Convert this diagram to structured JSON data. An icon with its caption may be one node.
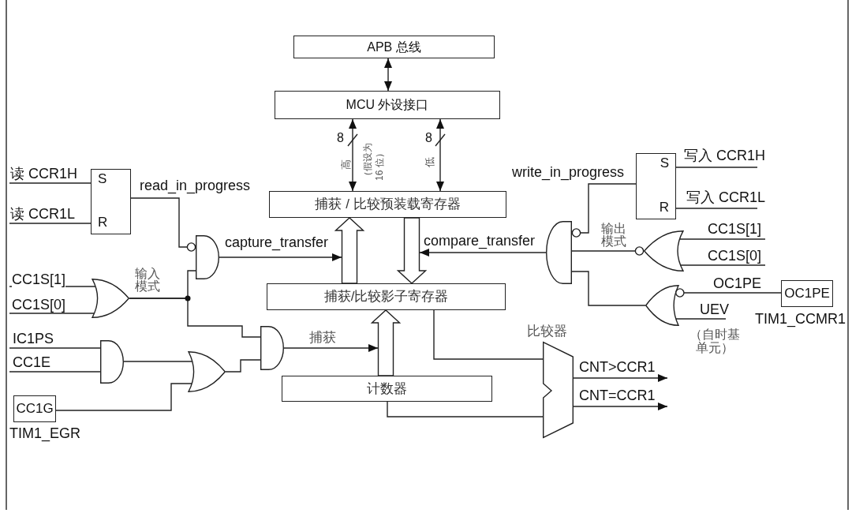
{
  "diagram": {
    "nodes": [
      {
        "text": [
          "APB 总线"
        ]
      },
      {
        "text": [
          "MCU 外设接口"
        ]
      },
      {
        "text": [
          "S",
          "R"
        ]
      },
      {
        "text": [
          "S",
          "R"
        ]
      },
      {
        "text": [
          "捕获 / 比较预装载寄存器"
        ]
      },
      {
        "text": [],
        "shape": "and-gate"
      },
      {
        "text": [],
        "shape": "and-gate"
      },
      {
        "text": [],
        "shape": "nor-gate"
      },
      {
        "text": [],
        "shape": "or-gate"
      },
      {
        "text": [
          "捕获/比较影子寄存器"
        ]
      },
      {
        "text": [],
        "shape": "or-gate"
      },
      {
        "text": [
          "OC1PE"
        ],
        "beside": [
          "TIM1_CCMR1"
        ]
      },
      {
        "text": [],
        "shape": "and-gate"
      },
      {
        "text": [],
        "shape": "and-gate"
      },
      {
        "text": [],
        "shape": "or-gate"
      },
      {
        "text": [],
        "shape": "trapezoid",
        "beside": [
          "比较器"
        ]
      },
      {
        "text": [
          "计数器"
        ]
      },
      {
        "text": [
          "CC1G"
        ],
        "beside": [
          "TIM1_EGR"
        ]
      }
    ],
    "edges": [
      {
        "from": 0,
        "to": 1,
        "arrow": "both"
      },
      {
        "from": 1,
        "to": 4,
        "arrow": "both",
        "label": "8"
      },
      {
        "from": 1,
        "to": 4,
        "arrow": "both",
        "label": "8"
      },
      {
        "from": null,
        "to": 2,
        "arrow": "none",
        "label": "读 CCR1H"
      },
      {
        "from": null,
        "to": 2,
        "arrow": "none",
        "label": "读 CCR1L"
      },
      {
        "from": 2,
        "to": 5,
        "arrow": "none",
        "label": "read_in_progress"
      },
      {
        "from": 5,
        "to": null,
        "arrow": "to",
        "label": "capture_transfer"
      },
      {
        "from": 9,
        "to": 4,
        "arrow": "to",
        "style": "thick"
      },
      {
        "from": 4,
        "to": 9,
        "arrow": "to",
        "style": "thick"
      },
      {
        "from": 6,
        "to": null,
        "arrow": "to",
        "label": "compare_transfer"
      },
      {
        "from": null,
        "to": 3,
        "arrow": "none",
        "label": "写入 CCR1H"
      },
      {
        "from": null,
        "to": 3,
        "arrow": "none",
        "label": "写入 CCR1L"
      },
      {
        "from": 3,
        "to": 6,
        "arrow": "none",
        "label": "write_in_progress"
      },
      {
        "from": null,
        "to": 7,
        "arrow": "none",
        "label": "CC1S[1]"
      },
      {
        "from": null,
        "to": 7,
        "arrow": "none",
        "label": "CC1S[0]"
      },
      {
        "from": 7,
        "to": 6,
        "arrow": "none",
        "label": "输出模式"
      },
      {
        "from": null,
        "to": 8,
        "arrow": "none",
        "label": "CC1S[1]"
      },
      {
        "from": null,
        "to": 8,
        "arrow": "none",
        "label": "CC1S[0]"
      },
      {
        "from": 8,
        "to": 5,
        "arrow": "none",
        "label": "输入模式"
      },
      {
        "from": 8,
        "to": 13,
        "arrow": "none"
      },
      {
        "from": 11,
        "to": 10,
        "arrow": "none",
        "label": "OC1PE"
      },
      {
        "from": null,
        "to": 10,
        "arrow": "none",
        "label": "UEV"
      },
      {
        "from": 10,
        "to": 6,
        "arrow": "none"
      },
      {
        "from": null,
        "to": 12,
        "arrow": "none",
        "label": "IC1PS"
      },
      {
        "from": null,
        "to": 12,
        "arrow": "none",
        "label": "CC1E"
      },
      {
        "from": 12,
        "to": 14,
        "arrow": "none"
      },
      {
        "from": 17,
        "to": 14,
        "arrow": "none"
      },
      {
        "from": 14,
        "to": 13,
        "arrow": "none"
      },
      {
        "from": 13,
        "to": null,
        "arrow": "to",
        "label": "捕获"
      },
      {
        "from": 16,
        "to": 9,
        "arrow": "to",
        "style": "thick"
      },
      {
        "from": 9,
        "to": 15,
        "arrow": "none"
      },
      {
        "from": 16,
        "to": 15,
        "arrow": "none"
      },
      {
        "from": 15,
        "to": null,
        "arrow": "to",
        "label": "CNT>CCR1"
      },
      {
        "from": 15,
        "to": null,
        "arrow": "to",
        "label": "CNT=CCR1"
      }
    ],
    "labels": [
      "高",
      "（假设为16 位）",
      "低",
      "（自时基单元）"
    ]
  }
}
